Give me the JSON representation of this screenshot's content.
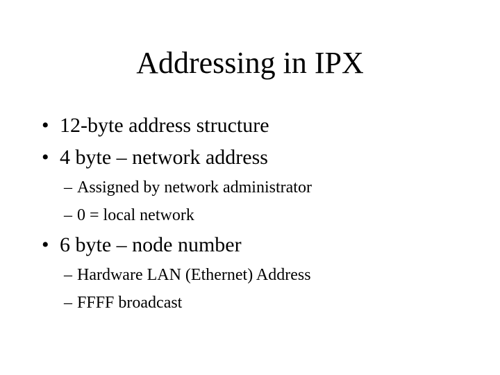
{
  "slide": {
    "title": "Addressing in IPX",
    "background_color": "#ffffff",
    "text_color": "#000000",
    "bullet_glyph_level1": "•",
    "bullet_glyph_level2": "–",
    "outline": [
      {
        "level": 1,
        "text": "12-byte address structure",
        "children": []
      },
      {
        "level": 1,
        "text": "4 byte – network address",
        "children": [
          {
            "level": 2,
            "text": "Assigned by network administrator"
          },
          {
            "level": 2,
            "text": "0 = local network"
          }
        ]
      },
      {
        "level": 1,
        "text": "6 byte – node number",
        "children": [
          {
            "level": 2,
            "text": "Hardware LAN (Ethernet) Address"
          },
          {
            "level": 2,
            "text": "FFFF broadcast"
          }
        ]
      }
    ]
  }
}
